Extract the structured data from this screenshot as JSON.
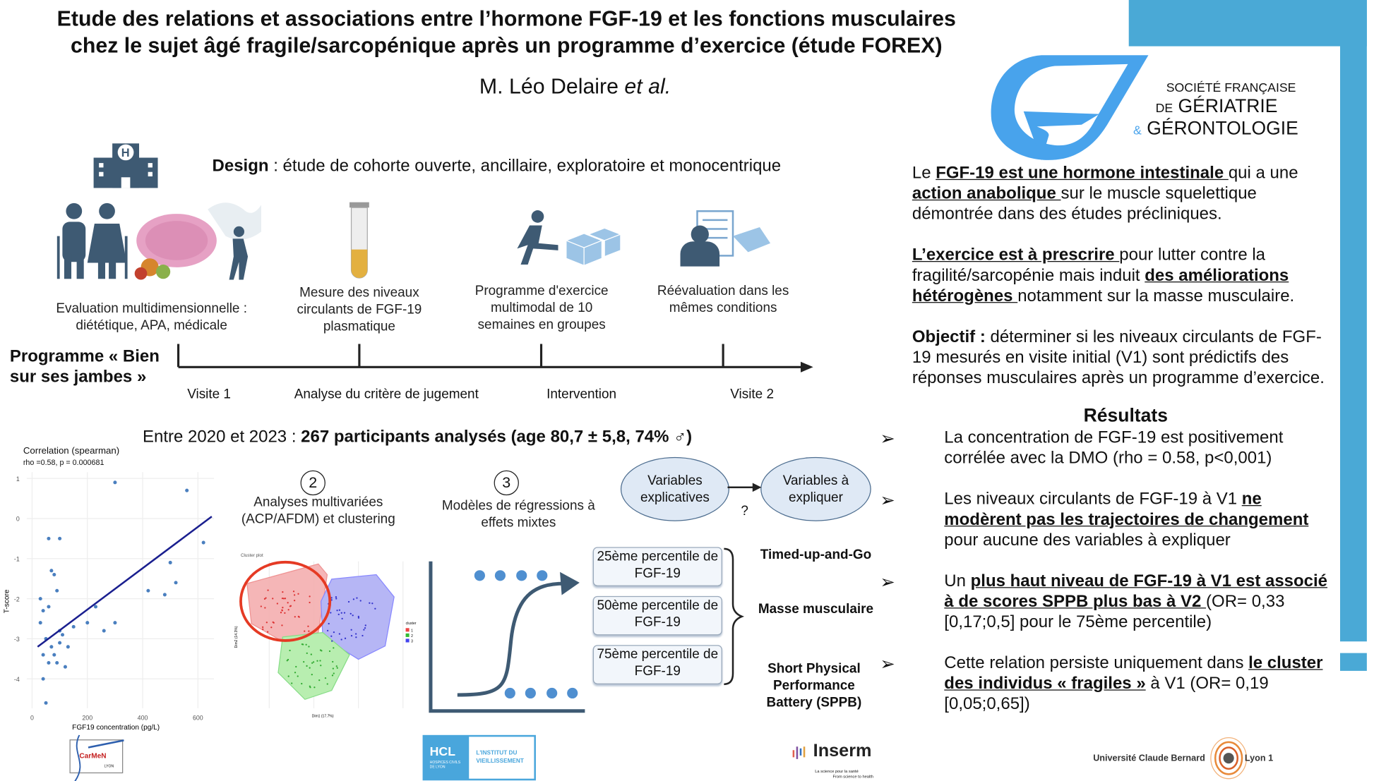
{
  "title": {
    "line1": "Etude des relations et associations entre l’hormone FGF-19 et les fonctions musculaires",
    "line2": "chez le sujet âgé fragile/sarcopénique après un programme d’exercice (étude FOREX)"
  },
  "author": {
    "name": "M. Léo Delaire ",
    "etal": "et al."
  },
  "sfgg_logo": {
    "line1": "SOCIÉTÉ FRANÇAISE",
    "de": "DE",
    "line2": "GÉRIATRIE",
    "amp": "&",
    "line3": "GÉRONTOLOGIE"
  },
  "design": {
    "label": "Design",
    "text": " : étude de cohorte ouverte, ancillaire, exploratoire et monocentrique"
  },
  "steps": [
    {
      "caption": "Evaluation multidimensionnelle : diététique, APA, médicale"
    },
    {
      "caption": "Mesure des niveaux circulants de FGF-19 plasmatique"
    },
    {
      "caption": "Programme d'exercice multimodal de 10 semaines en groupes"
    },
    {
      "caption": "Réévaluation dans les mêmes conditions"
    }
  ],
  "programme": "Programme « Bien sur ses jambes »",
  "timeline_labels": [
    "Visite 1",
    "Analyse du critère de jugement",
    "Intervention",
    "Visite 2"
  ],
  "participants": {
    "prefix": "Entre 2020 et 2023 : ",
    "bold": "267 participants analysés (age 80,7 ± 5,8, 74% ♂)"
  },
  "scatter": {
    "title": "Correlation (spearman)",
    "subtitle": "rho =0.58, p = 0.000681",
    "xlabel": "FGF19 concentration (pg/L)",
    "ylabel": "T-score",
    "xticks": [
      "0",
      "200",
      "400",
      "600"
    ],
    "yticks": [
      "1",
      "0",
      "-1",
      "-2",
      "-3",
      "-4"
    ],
    "points": [
      [
        40,
        -2.3
      ],
      [
        60,
        -0.5
      ],
      [
        70,
        -1.3
      ],
      [
        80,
        -1.4
      ],
      [
        90,
        -1.8
      ],
      [
        100,
        -0.5
      ],
      [
        300,
        0.9
      ],
      [
        560,
        0.7
      ],
      [
        30,
        -2.6
      ],
      [
        40,
        -3.4
      ],
      [
        50,
        -3.0
      ],
      [
        60,
        -3.6
      ],
      [
        70,
        -3.2
      ],
      [
        80,
        -3.4
      ],
      [
        90,
        -3.6
      ],
      [
        100,
        -3.1
      ],
      [
        110,
        -2.9
      ],
      [
        130,
        -3.2
      ],
      [
        150,
        -2.7
      ],
      [
        200,
        -2.6
      ],
      [
        230,
        -2.2
      ],
      [
        260,
        -2.8
      ],
      [
        300,
        -2.6
      ],
      [
        420,
        -1.8
      ],
      [
        480,
        -1.9
      ],
      [
        500,
        -1.1
      ],
      [
        520,
        -1.6
      ],
      [
        620,
        -0.6
      ],
      [
        40,
        -4.0
      ],
      [
        50,
        -4.6
      ],
      [
        60,
        -2.2
      ],
      [
        120,
        -3.7
      ],
      [
        100,
        -2.8
      ],
      [
        30,
        -2.0
      ]
    ],
    "line": [
      [
        20,
        -3.2
      ],
      [
        650,
        0.05
      ]
    ]
  },
  "analysis2": {
    "num": "2",
    "title": "Analyses multivariées (ACP/AFDM) et clustering",
    "plot_title": "Cluster plot",
    "legend_title": "cluster",
    "legend": [
      "1",
      "2",
      "3"
    ],
    "xlabel": "Dim1 (17.7%)",
    "ylabel": "Dim2 (14.3%)"
  },
  "analysis3": {
    "num": "3",
    "title": "Modèles de régressions à effets mixtes"
  },
  "variables": {
    "explicatives": "Variables explicatives",
    "expliquer": "Variables à expliquer",
    "question": "?"
  },
  "percentiles": [
    "25ème percentile de FGF-19",
    "50ème percentile de FGF-19",
    "75ème percentile de FGF-19"
  ],
  "outcomes": [
    "Timed-up-and-Go",
    "Masse musculaire",
    "Short Physical Performance Battery (SPPB)"
  ],
  "intro": [
    [
      {
        "t": "Le ",
        "s": "n"
      },
      {
        "t": "FGF-19 est une hormone intestinale ",
        "s": "bu"
      },
      {
        "t": "qui a une ",
        "s": "n"
      },
      {
        "t": "action anabolique ",
        "s": "bu"
      },
      {
        "t": "sur le muscle squelettique démontrée dans des études précliniques.",
        "s": "n"
      }
    ],
    [
      {
        "t": "L’exercice est à prescrire ",
        "s": "bu"
      },
      {
        "t": "pour lutter contre la fragilité/sarcopénie mais induit ",
        "s": "n"
      },
      {
        "t": "des améliorations hétérogènes ",
        "s": "bu"
      },
      {
        "t": "notamment sur la masse musculaire.",
        "s": "n"
      }
    ],
    [
      {
        "t": "Objectif : ",
        "s": "b"
      },
      {
        "t": "déterminer si les niveaux circulants de FGF-19 mesurés en visite initial (V1) sont prédictifs des réponses musculaires après un programme d’exercice.",
        "s": "n"
      }
    ]
  ],
  "results_title": "Résultats",
  "results": [
    [
      {
        "t": "La concentration de FGF-19 est positivement corrélée avec la DMO (rho = 0.58, p<0,001)",
        "s": "n"
      }
    ],
    [
      {
        "t": "Les niveaux circulants de FGF-19 à V1 ",
        "s": "n"
      },
      {
        "t": "ne modèrent pas les trajectoires de changement",
        "s": "bu"
      },
      {
        "t": " pour aucune des variables à expliquer",
        "s": "n"
      }
    ],
    [
      {
        "t": "Un ",
        "s": "n"
      },
      {
        "t": "plus haut niveau de FGF-19 à V1 est associé à de scores SPPB plus bas à V2 ",
        "s": "bu"
      },
      {
        "t": " (OR= 0,33 [0,17;0,5] pour le 75ème percentile)",
        "s": "n"
      }
    ],
    [
      {
        "t": "Cette relation persiste uniquement dans ",
        "s": "n"
      },
      {
        "t": "le cluster des individus « fragiles »",
        "s": "bu"
      },
      {
        "t": " à V1 (OR= 0,19 [0,05;0,65])",
        "s": "n"
      }
    ]
  ],
  "logos": {
    "carmen": "CarMeN",
    "carmen_sub": "LYON",
    "hcl": "HCL",
    "hcl_sub": "HOSPICES CIVILS DE LYON",
    "institut": "L'INSTITUT DU VIEILLISSEMENT",
    "inserm": "Inserm",
    "inserm_sub1": "La science pour la santé",
    "inserm_sub2": "From science to health",
    "ucbl": "Université Claude Bernard",
    "ucbl2": "Lyon 1"
  },
  "colors": {
    "frame": "#4aa9d6",
    "logo_blue": "#48a3ec",
    "navy": "#3e5a73",
    "red": "#e53a24"
  }
}
